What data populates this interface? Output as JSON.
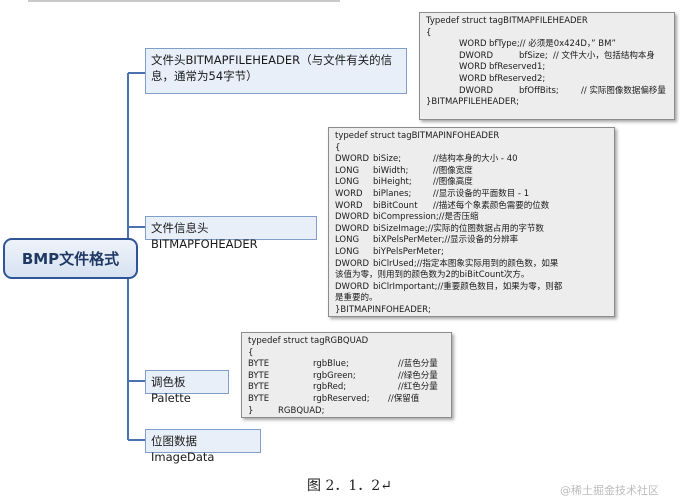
{
  "root": {
    "label": "BMP文件格式"
  },
  "branches": [
    {
      "label": "文件头BITMAPFILEHEADER（与文件有关的信息，通常为54字节）"
    },
    {
      "label": "文件信息头BITMAPFOHEADER"
    },
    {
      "label": "调色板Palette"
    },
    {
      "label": "位图数据ImageData"
    }
  ],
  "code_file_header": {
    "title": "Typedef struct tagBITMAPFILEHEADER",
    "open": "{",
    "rows": [
      {
        "type": "WORD",
        "name": "bfType;",
        "comment": "// 必须是0x424D，” BM”"
      },
      {
        "type": "DWORD",
        "name": "bfSize;",
        "comment": "// 文件大小，包括结构本身"
      },
      {
        "type": "WORD",
        "name": "bfReserved1;",
        "comment": ""
      },
      {
        "type": "WORD",
        "name": "bfReserved2;",
        "comment": ""
      },
      {
        "type": "DWORD",
        "name": "bfOffBits;",
        "comment": "// 实际图像数据偏移量"
      }
    ],
    "close": "}BITMAPFILEHEADER;"
  },
  "code_info_header": {
    "title": "typedef struct tagBITMAPINFOHEADER",
    "open": "{",
    "rows": [
      {
        "type": "DWORD",
        "name": "biSize;",
        "comment": "//结构本身的大小 - 40"
      },
      {
        "type": "LONG",
        "name": "biWidth;",
        "comment": "//图像宽度"
      },
      {
        "type": "LONG",
        "name": "biHeight;",
        "comment": "//图像高度"
      },
      {
        "type": "WORD",
        "name": "biPlanes;",
        "comment": "//显示设备的平面数目 - 1"
      },
      {
        "type": "WORD",
        "name": "biBitCount",
        "comment": "//描述每个象素颜色需要的位数"
      },
      {
        "type": "DWORD",
        "name": "biCompression;",
        "comment": "//是否压缩"
      },
      {
        "type": "DWORD",
        "name": "biSizeImage;",
        "comment": "//实际的位图数据占用的字节数"
      },
      {
        "type": "LONG",
        "name": "biXPelsPerMeter;",
        "comment": "//显示设备的分辨率"
      },
      {
        "type": "LONG",
        "name": "biYPelsPerMeter;",
        "comment": ""
      },
      {
        "type": "DWORD",
        "name": "biClrUsed;",
        "comment": "//指定本图象实际用到的颜色数，如果"
      }
    ],
    "wrap1": "该值为零，则用到的颜色数为2的biBitCount次方。",
    "row_last": {
      "type": "DWORD",
      "name": "biClrImportant;",
      "comment": "//重要颜色数目，如果为零，则都"
    },
    "wrap2": "是重要的。",
    "close": "}BITMAPINFOHEADER;"
  },
  "code_palette": {
    "title": "typedef struct tagRGBQUAD",
    "open": "{",
    "rows": [
      {
        "type": "BYTE",
        "name": "rgbBlue;",
        "comment": "//蓝色分量"
      },
      {
        "type": "BYTE",
        "name": "rgbGreen;",
        "comment": "//绿色分量"
      },
      {
        "type": "BYTE",
        "name": "rgbRed;",
        "comment": "//红色分量"
      },
      {
        "type": "BYTE",
        "name": "rgbReserved;",
        "comment": "//保留值"
      }
    ],
    "close_brace": "}",
    "close_name": "RGBQUAD;"
  },
  "caption": "图 2．1．2↵",
  "watermark": "@稀土掘金技术社区"
}
